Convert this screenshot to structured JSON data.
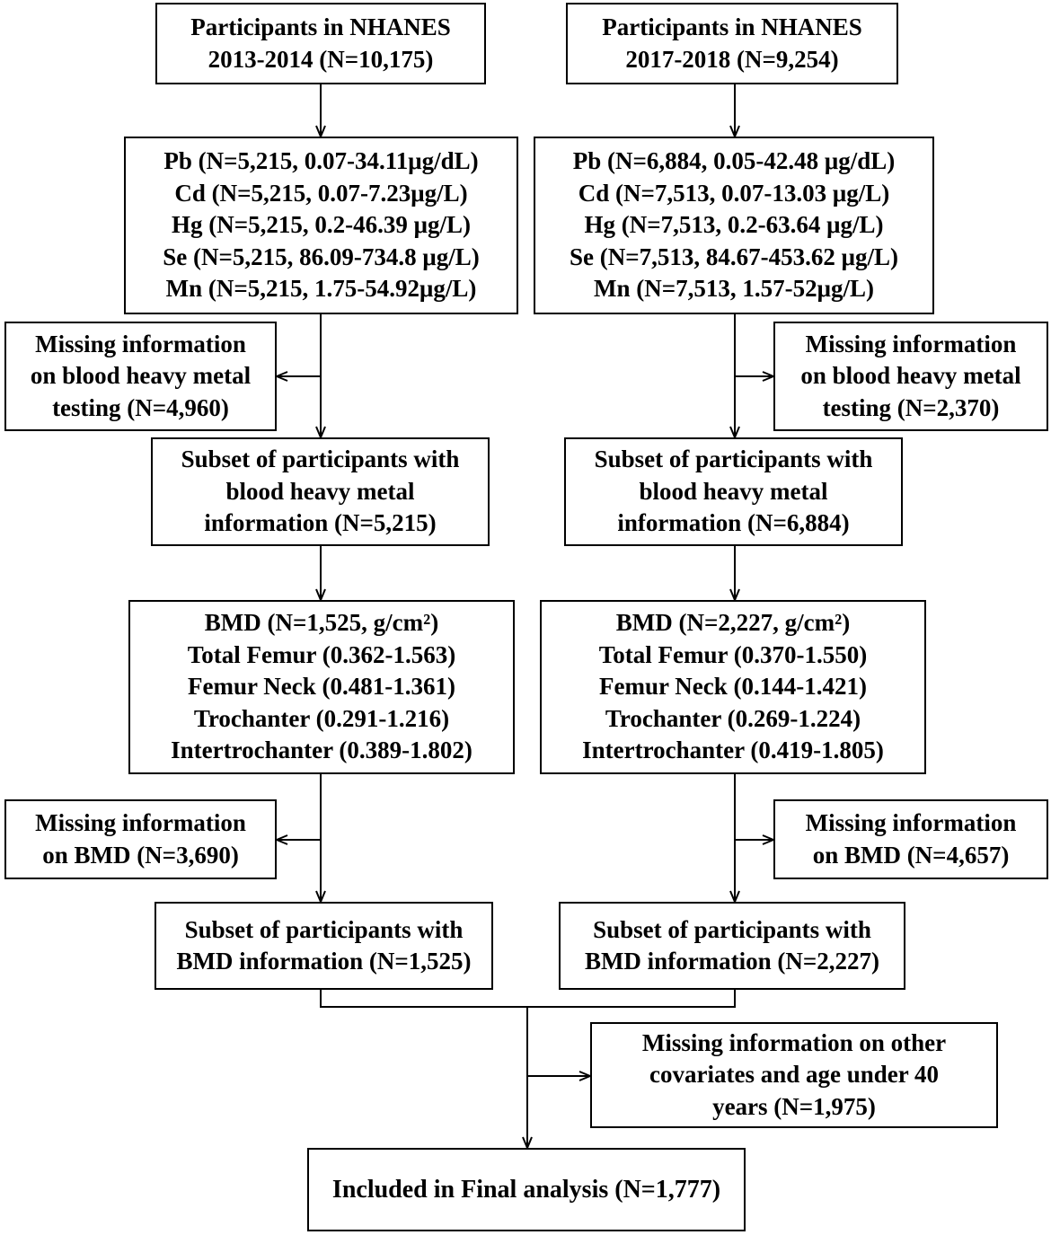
{
  "colors": {
    "stroke": "#000000",
    "background": "#ffffff",
    "text": "#000000"
  },
  "boxes": {
    "start_left": [
      "Participants in NHANES",
      "2013-2014 (N=10,175)"
    ],
    "start_right": [
      "Participants in NHANES",
      "2017-2018 (N=9,254)"
    ],
    "metals_left": [
      "Pb (N=5,215, 0.07-34.11μg/dL)",
      "Cd (N=5,215, 0.07-7.23μg/L)",
      "Hg (N=5,215, 0.2-46.39 μg/L)",
      "Se (N=5,215, 86.09-734.8 μg/L)",
      "Mn (N=5,215, 1.75-54.92μg/L)"
    ],
    "metals_right": [
      "Pb (N=6,884, 0.05-42.48 μg/dL)",
      "Cd (N=7,513, 0.07-13.03 μg/L)",
      "Hg (N=7,513, 0.2-63.64 μg/L)",
      "Se (N=7,513, 84.67-453.62 μg/L)",
      "Mn (N=7,513, 1.57-52μg/L)"
    ],
    "missing_metal_left": [
      "Missing information",
      "on blood heavy metal",
      "testing (N=4,960)"
    ],
    "missing_metal_right": [
      "Missing information",
      "on blood heavy metal",
      "testing (N=2,370)"
    ],
    "subset_metal_left": [
      "Subset of participants with",
      "blood heavy metal",
      "information (N=5,215)"
    ],
    "subset_metal_right": [
      "Subset of participants with",
      "blood heavy metal",
      "information (N=6,884)"
    ],
    "bmd_left": [
      "BMD (N=1,525, g/cm²)",
      "Total Femur (0.362-1.563)",
      "Femur Neck (0.481-1.361)",
      "Trochanter (0.291-1.216)",
      "Intertrochanter (0.389-1.802)"
    ],
    "bmd_right": [
      "BMD (N=2,227, g/cm²)",
      "Total Femur (0.370-1.550)",
      "Femur Neck (0.144-1.421)",
      "Trochanter (0.269-1.224)",
      "Intertrochanter (0.419-1.805)"
    ],
    "missing_bmd_left": [
      "Missing information",
      "on BMD (N=3,690)"
    ],
    "missing_bmd_right": [
      "Missing information",
      "on BMD (N=4,657)"
    ],
    "subset_bmd_left": [
      "Subset of participants with",
      "BMD information (N=1,525)"
    ],
    "subset_bmd_right": [
      "Subset of participants with",
      "BMD information (N=2,227)"
    ],
    "missing_covariates": [
      "Missing information on other",
      "covariates and age under 40",
      "years (N=1,975)"
    ],
    "final": [
      "Included in Final analysis (N=1,777)"
    ]
  }
}
